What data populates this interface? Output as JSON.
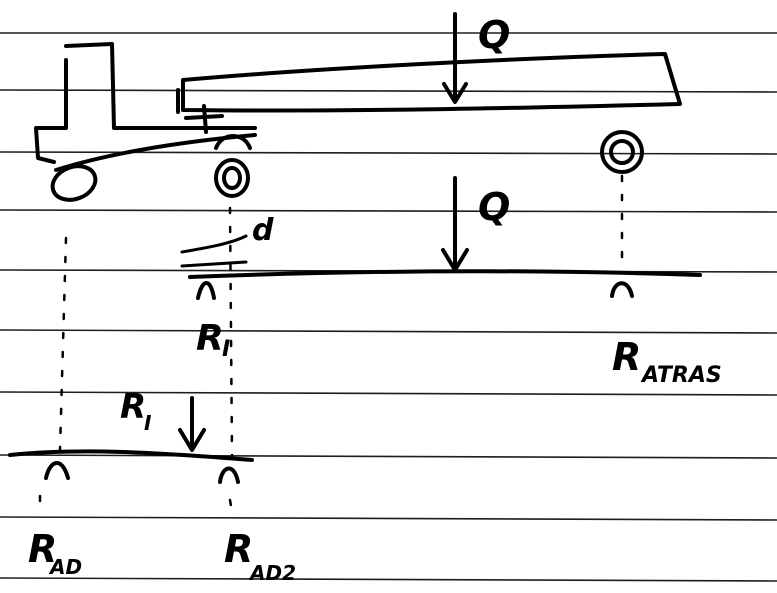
{
  "labels": {
    "load_top": "Q",
    "load_mid": "Q",
    "offset_d": "d",
    "reaction_i": "R",
    "reaction_i_sub": "I",
    "reaction_atras": "R",
    "reaction_atras_sub": "ATRAS",
    "point_load_ri": "R",
    "point_load_ri_sub": "I",
    "reaction_ad": "R",
    "reaction_ad_sub": "AD",
    "reaction_ad2": "R",
    "reaction_ad2_sub": "AD2"
  },
  "colors": {
    "ink": "#000000",
    "paper": "#ffffff",
    "rule": "#1e1e1e"
  }
}
